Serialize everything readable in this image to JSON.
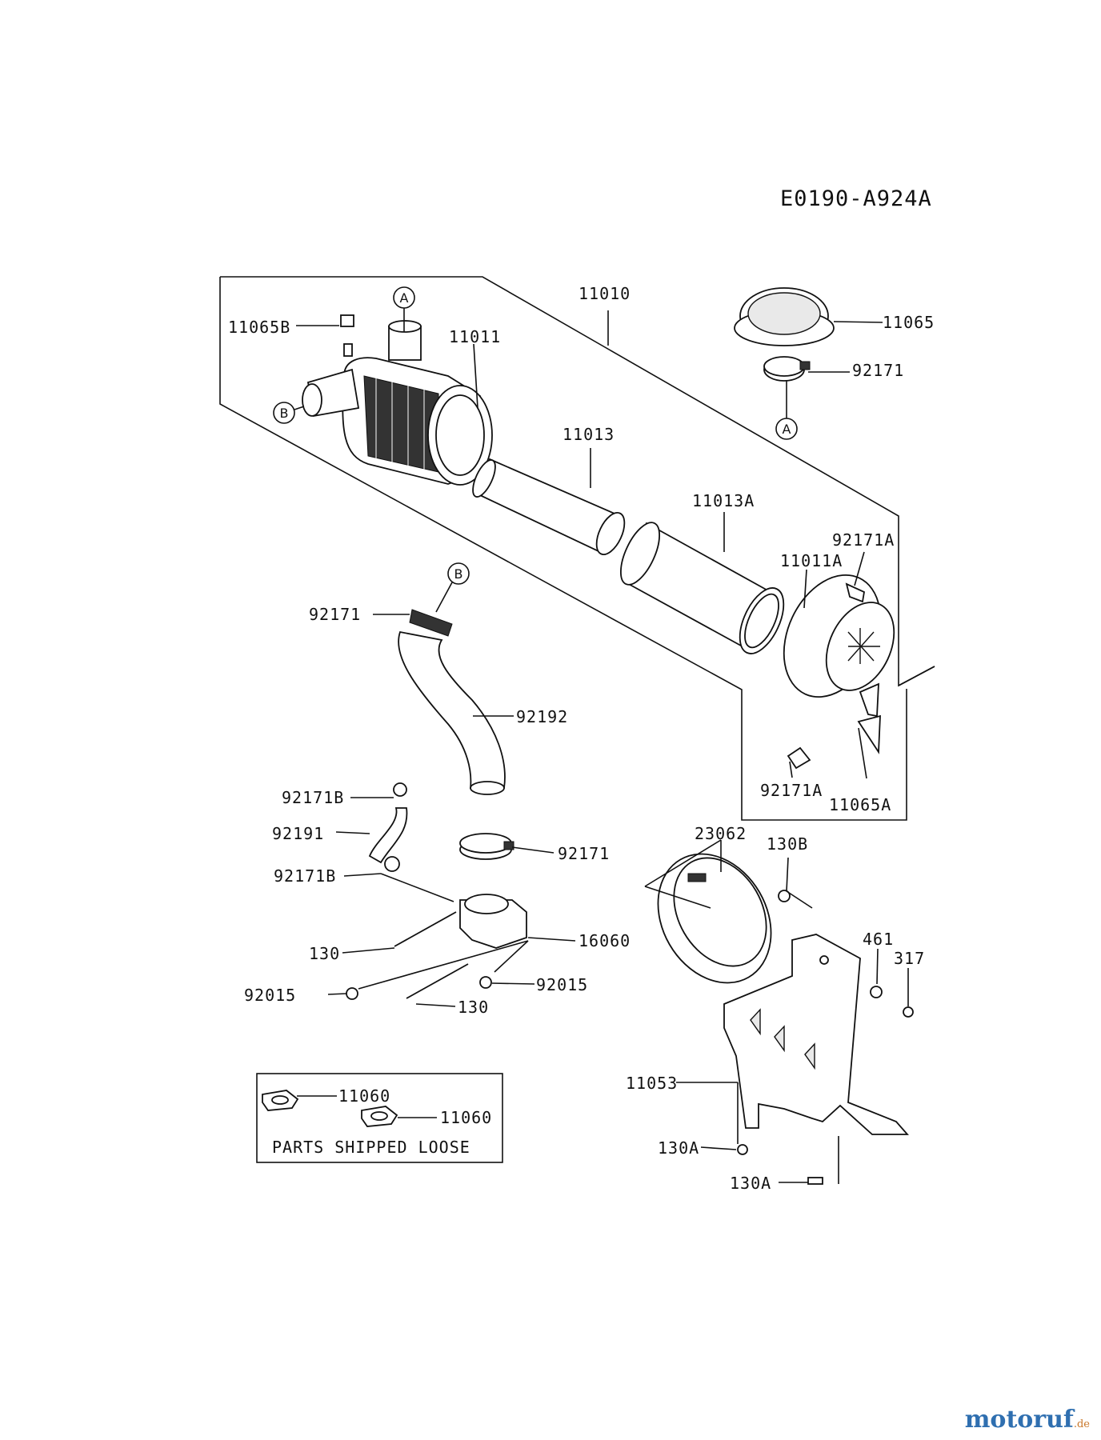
{
  "diagram_code": "E0190-A924A",
  "notes": {
    "loose_parts": "PARTS SHIPPED LOOSE"
  },
  "markers": {
    "a": "A",
    "b": "B"
  },
  "labels": {
    "p11010": "11010",
    "p11065b": "11065B",
    "p11011": "11011",
    "p11065": "11065",
    "p92171_top": "92171",
    "p11013": "11013",
    "p11013a": "11013A",
    "p92171a_top": "92171A",
    "p11011a": "11011A",
    "p92171_b": "92171",
    "p92192": "92192",
    "p92171a_bottom": "92171A",
    "p11065a": "11065A",
    "p92171b_top": "92171B",
    "p92191": "92191",
    "p92171_mid": "92171",
    "p92171b_bottom": "92171B",
    "p23062": "23062",
    "p130b": "130B",
    "p130_left": "130",
    "p16060": "16060",
    "p92015_left": "92015",
    "p92015_right": "92015",
    "p130_bottom": "130",
    "p461": "461",
    "p317": "317",
    "p11060_a": "11060",
    "p11060_b": "11060",
    "p11053": "11053",
    "p130a_a": "130A",
    "p130a_b": "130A"
  },
  "watermark": {
    "brand": "motoruf",
    "tld": ".de"
  }
}
